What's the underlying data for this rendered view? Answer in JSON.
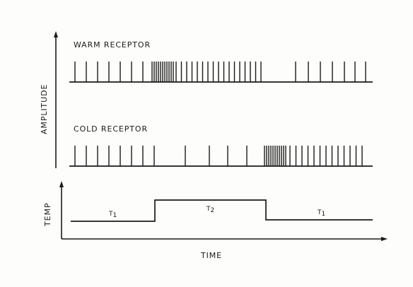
{
  "labels": {
    "warm": "WARM RECEPTOR",
    "cold": "COLD RECEPTOR",
    "amplitude": "AMPLITUDE",
    "temp": "TEMP",
    "time": "TIME"
  },
  "temperature_levels": [
    {
      "label": "T",
      "subscript": "1"
    },
    {
      "label": "T",
      "subscript": "2"
    },
    {
      "label": "T",
      "subscript": "1"
    }
  ],
  "colors": {
    "ink": "#1a1a1a",
    "paper": "#fdfdfb"
  }
}
